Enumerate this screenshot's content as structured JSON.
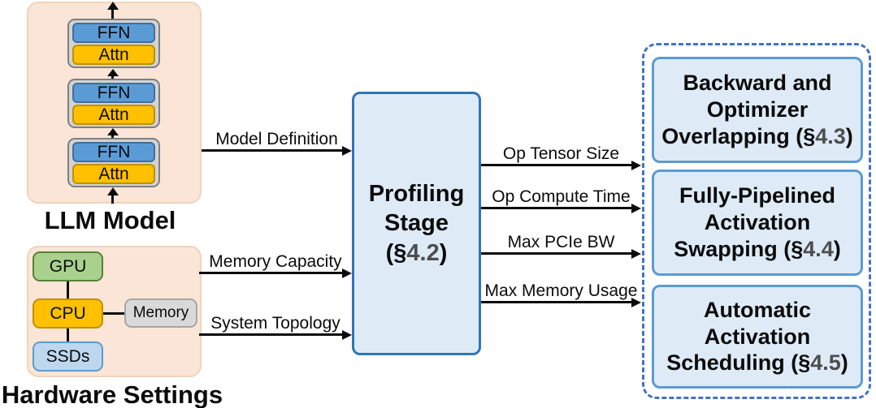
{
  "llm_model": {
    "label": "LLM Model",
    "blocks": [
      {
        "ffn": "FFN",
        "attn": "Attn"
      },
      {
        "ffn": "FFN",
        "attn": "Attn"
      },
      {
        "ffn": "FFN",
        "attn": "Attn"
      }
    ]
  },
  "hardware": {
    "label": "Hardware Settings",
    "gpu": "GPU",
    "cpu": "CPU",
    "ssds": "SSDs",
    "memory": "Memory"
  },
  "profiling_stage": {
    "line1": "Profiling",
    "line2": "Stage",
    "sec_pre": "(§",
    "sec_num": "4.2",
    "sec_post": ")"
  },
  "inputs": [
    {
      "label": "Model Definition"
    },
    {
      "label": "Memory Capacity"
    },
    {
      "label": "System Topology"
    }
  ],
  "outputs": [
    {
      "label": "Op Tensor Size"
    },
    {
      "label": "Op Compute Time"
    },
    {
      "label": "Max PCIe BW"
    },
    {
      "label": "Max Memory Usage"
    }
  ],
  "techniques": [
    {
      "line1": "Backward and",
      "line2": "Optimizer",
      "line3_pre": "Overlapping (§",
      "sec_num": "4.3",
      "line3_post": ")"
    },
    {
      "line1": "Fully-Pipelined",
      "line2": "Activation",
      "line3_pre": "Swapping (§",
      "sec_num": "4.4",
      "line3_post": ")"
    },
    {
      "line1": "Automatic",
      "line2": "Activation",
      "line3_pre": "Scheduling (§",
      "sec_num": "4.5",
      "line3_post": ")"
    }
  ],
  "colors": {
    "peach_fill": "#FBE5D6",
    "ffn_blue": "#5B9BD5",
    "attn_gold": "#FFC000",
    "gpu_green": "#A9D18E",
    "ssd_blue": "#BDD7EE",
    "memory_gray": "#D9D9D9",
    "panel_blue_fill": "#DEEBF7",
    "panel_blue_border": "#2E75B6",
    "dashed_border_blue": "#4472C4",
    "section_number_gray": "#4d4d4d",
    "arrow_black": "#0b0b0b"
  }
}
